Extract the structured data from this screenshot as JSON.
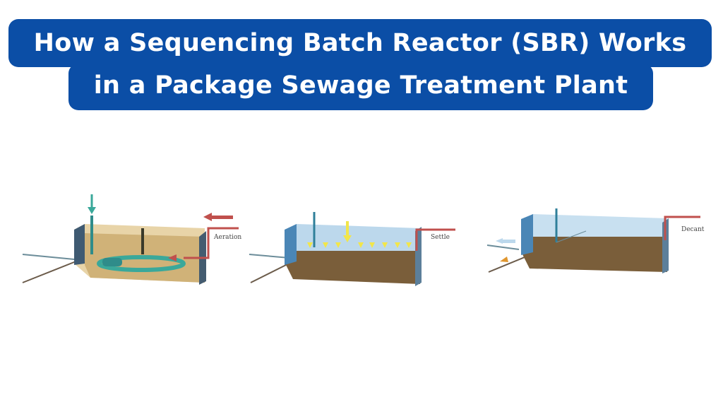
{
  "title": {
    "line1": "How a Sequencing Batch Reactor (SBR) Works",
    "line2": "in a Package Sewage Treatment Plant"
  },
  "stages": [
    {
      "label": "Aeration"
    },
    {
      "label": "Settle"
    },
    {
      "label": "Decant"
    }
  ],
  "colors": {
    "banner": "#0b4ea6",
    "sludge": "#8a6a3c",
    "water": "#a9cde6",
    "pipe": "#c0504d",
    "arrow_teal": "#3aa89a",
    "arrow_yellow": "#f2e64a"
  }
}
